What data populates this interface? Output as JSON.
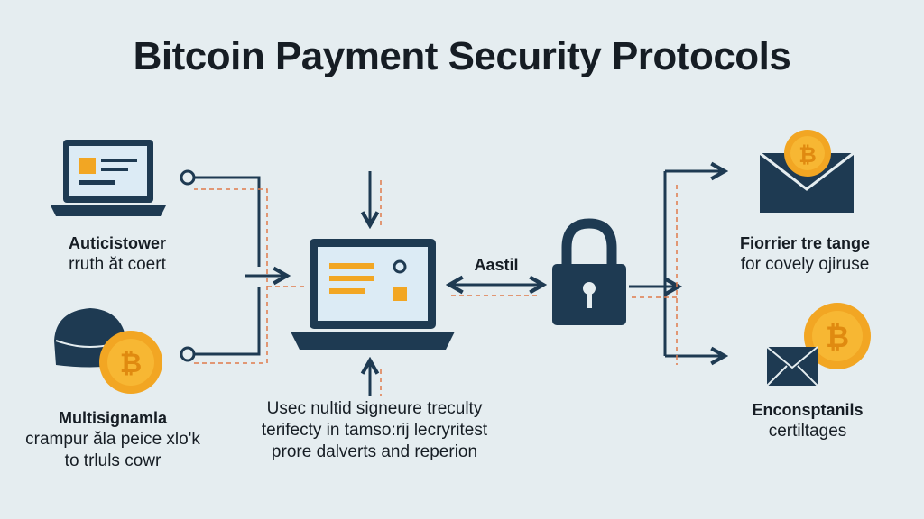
{
  "title": "Bitcoin Payment Security Protocols",
  "colors": {
    "background": "#e5edf0",
    "navy": "#1e3a52",
    "accent_dashed": "#e07b4a",
    "coin": "#f2a623",
    "screen": "#d9ebf7"
  },
  "nodes": {
    "top_left": {
      "heading": "Auticistower",
      "text": "rruth ăt coert",
      "icon": "laptop-icon"
    },
    "bottom_left": {
      "heading": "Multisignamla",
      "lines": [
        "crampur ăla peice xlo'k",
        "to trluls cowr"
      ],
      "icon": "wallet-bitcoin-icon"
    },
    "center": {
      "lines": [
        "Usec nultid signeure treculty",
        "terifecty in tamso:rij lecryritest",
        "prore dalverts and reperion"
      ],
      "icon": "laptop-icon"
    },
    "lock": {
      "label": "Aastil",
      "icon": "padlock-icon"
    },
    "top_right": {
      "heading": "Fiorrier tre tange",
      "text": "for covely ojiruse",
      "icon": "envelope-bitcoin-icon"
    },
    "bottom_right": {
      "heading": "Enconsptanils",
      "text": "certiltages",
      "icon": "envelope-bitcoin-icon"
    }
  },
  "coin_symbol": "₿"
}
